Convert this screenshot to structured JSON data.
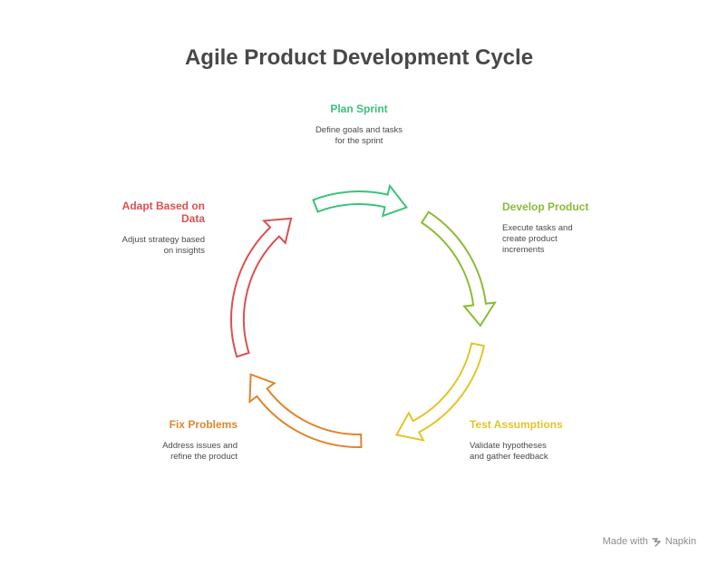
{
  "title": "Agile Product Development Cycle",
  "steps": [
    {
      "label": "Plan Sprint",
      "desc_lines": [
        "Define goals and tasks",
        "for the sprint"
      ],
      "color": "#3cc27a"
    },
    {
      "label": "Develop Product",
      "desc_lines": [
        "Execute tasks and",
        "create product",
        "increments"
      ],
      "color": "#8dbb35"
    },
    {
      "label": "Test Assumptions",
      "desc_lines": [
        "Validate hypotheses",
        "and gather feedback"
      ],
      "color": "#e3c528"
    },
    {
      "label": "Fix Problems",
      "desc_lines": [
        "Address issues and",
        "refine the product"
      ],
      "color": "#e0852e"
    },
    {
      "label": "Adapt Based on Data",
      "label_lines": [
        "Adapt Based on",
        "Data"
      ],
      "desc_lines": [
        "Adjust strategy based",
        "on insights"
      ],
      "color": "#dd5050"
    }
  ],
  "footer": {
    "text": "Made with",
    "brand": "Napkin"
  }
}
